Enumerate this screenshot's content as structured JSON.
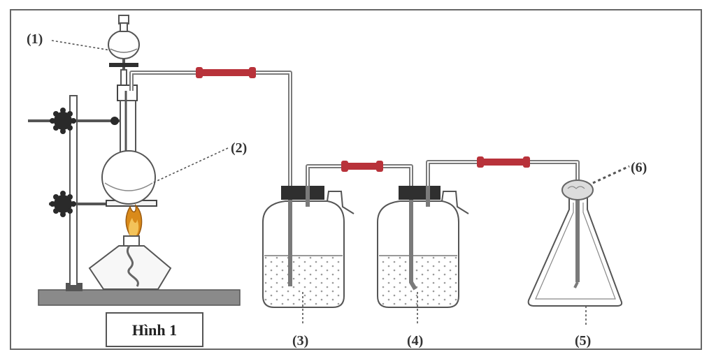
{
  "labels": {
    "l1": "(1)",
    "l2": "(2)",
    "l3": "(3)",
    "l4": "(4)",
    "l5": "(5)",
    "l6": "(6)"
  },
  "caption": "Hình 1",
  "colors": {
    "outline": "#555555",
    "tube": "#7a7a7a",
    "connector": "#b8323a",
    "stopper": "#2f2f2f",
    "flame": "#d98a1a",
    "stand_base": "#8a8a8a",
    "liquid_dots": "#9a9a9a"
  }
}
